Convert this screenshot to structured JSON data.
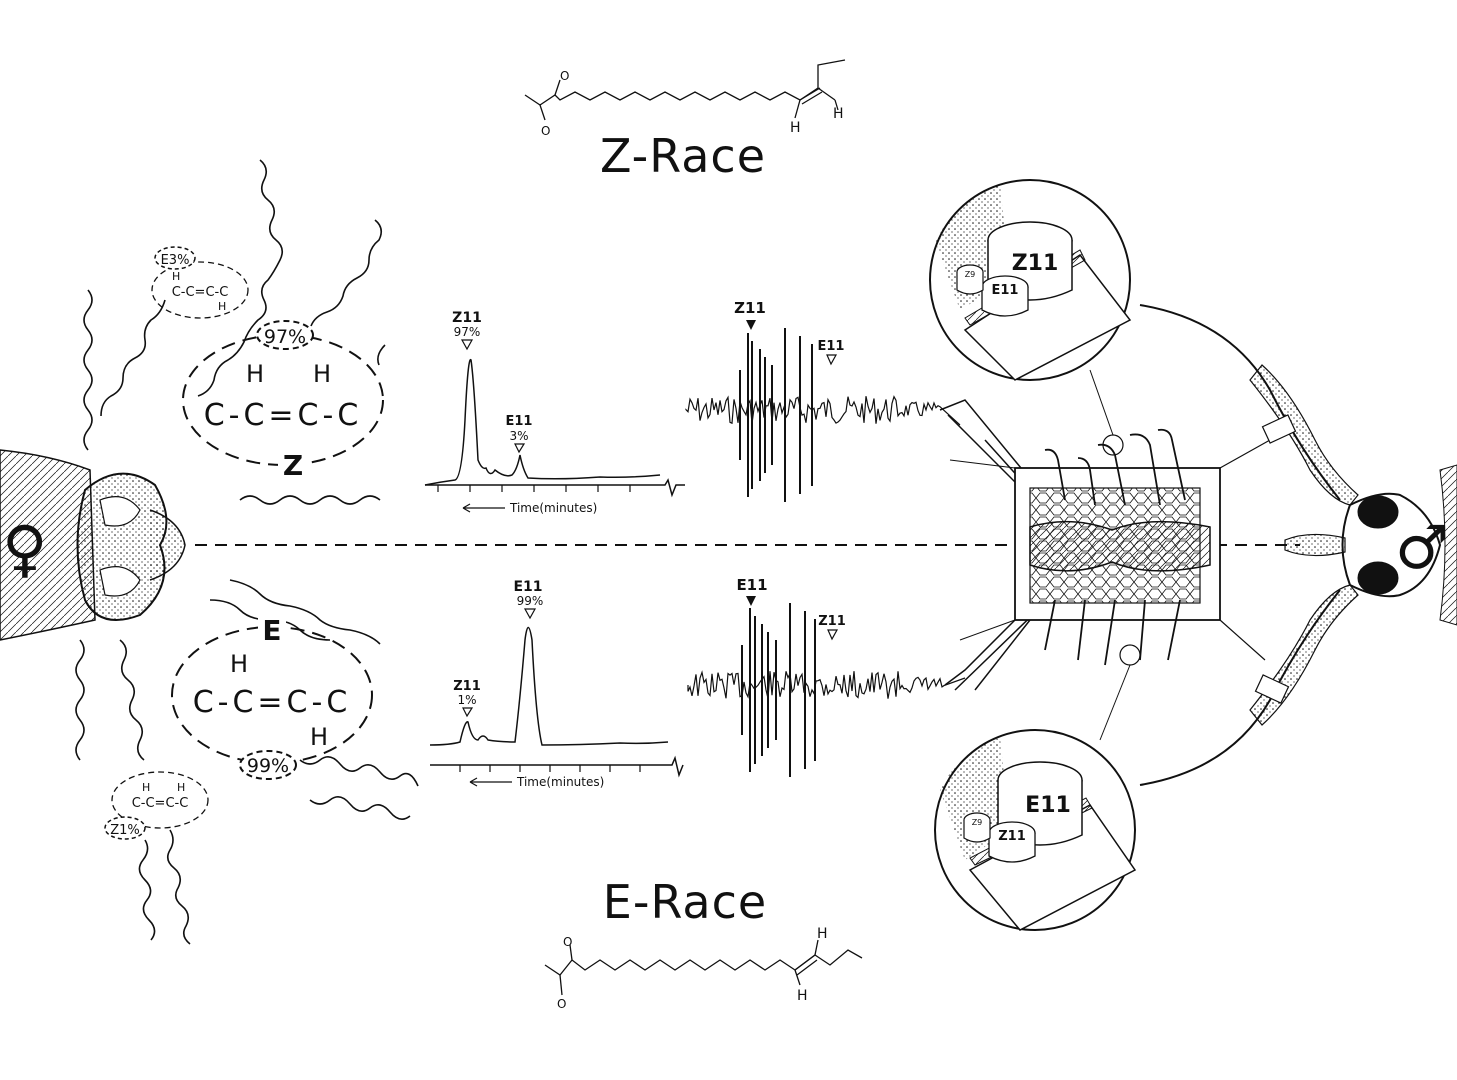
{
  "colors": {
    "ink": "#111111",
    "paper": "#ffffff"
  },
  "symbols": {
    "female": "♀",
    "male": "♂"
  },
  "z_race": {
    "title": "Z-Race",
    "structure_labels": {
      "o_top": "O",
      "o_side": "O",
      "h1": "H",
      "h2": "H"
    },
    "main_blend": {
      "percent": "97%",
      "isomer_label": "Z",
      "h_left": "H",
      "h_right": "H",
      "bond_chain": "C-C=C-C"
    },
    "minor_blend": {
      "percent": "E3%",
      "h_top": "H",
      "chain": "C-C=C-C",
      "h_bottom": "H"
    },
    "gc_trace": {
      "peak_major_name": "Z11",
      "peak_major_pct": "97%",
      "peak_minor_name": "E11",
      "peak_minor_pct": "3%",
      "axis_label": "Time(minutes)"
    },
    "ead_trace": {
      "label_a": "Z11",
      "label_b": "E11"
    },
    "antenna_inset": {
      "large": "Z11",
      "medium": "E11",
      "small": "Z9"
    }
  },
  "e_race": {
    "title": "E-Race",
    "structure_labels": {
      "o_top": "O",
      "o_side": "O",
      "h1": "H",
      "h2": "H"
    },
    "main_blend": {
      "percent": "99%",
      "isomer_label": "E",
      "h_top": "H",
      "h_bottom": "H",
      "bond_chain": "C-C=C-C"
    },
    "minor_blend": {
      "percent": "Z1%",
      "h_left": "H",
      "h_right": "H",
      "chain": "C-C=C-C"
    },
    "gc_trace": {
      "peak_major_name": "E11",
      "peak_major_pct": "99%",
      "peak_minor_name": "Z11",
      "peak_minor_pct": "1%",
      "axis_label": "Time(minutes)"
    },
    "ead_trace": {
      "label_a": "E11",
      "label_b": "Z11"
    },
    "antenna_inset": {
      "large": "E11",
      "medium": "Z11",
      "small": "Z9"
    }
  }
}
